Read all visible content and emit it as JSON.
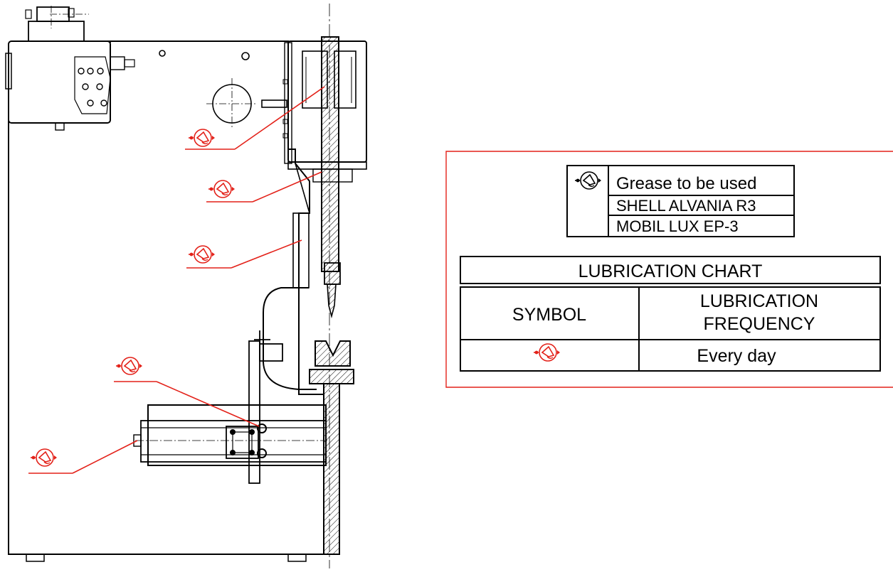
{
  "legend": {
    "grease_header": "Grease to be used",
    "grease_types": [
      "SHELL ALVANIA R3",
      "MOBIL LUX EP-3"
    ],
    "symbol_icon": "grease-gun-icon"
  },
  "chart": {
    "title": "LUBRICATION CHART",
    "col_symbol": "SYMBOL",
    "col_frequency_line1": "LUBRICATION",
    "col_frequency_line2": "FREQUENCY",
    "rows": [
      {
        "symbol_icon": "grease-gun-icon",
        "frequency": "Every day"
      }
    ]
  },
  "lubrication_points": [
    {
      "name": "upper-guide",
      "icon": "grease-gun-icon"
    },
    {
      "name": "ram-clamp",
      "icon": "grease-gun-icon"
    },
    {
      "name": "ram-slide",
      "icon": "grease-gun-icon"
    },
    {
      "name": "back-gauge-carriage",
      "icon": "grease-gun-icon"
    },
    {
      "name": "back-gauge-screw",
      "icon": "grease-gun-icon"
    }
  ],
  "colors": {
    "lubrication_accent": "#e32119",
    "line": "#000000",
    "frame": "#e32119"
  }
}
